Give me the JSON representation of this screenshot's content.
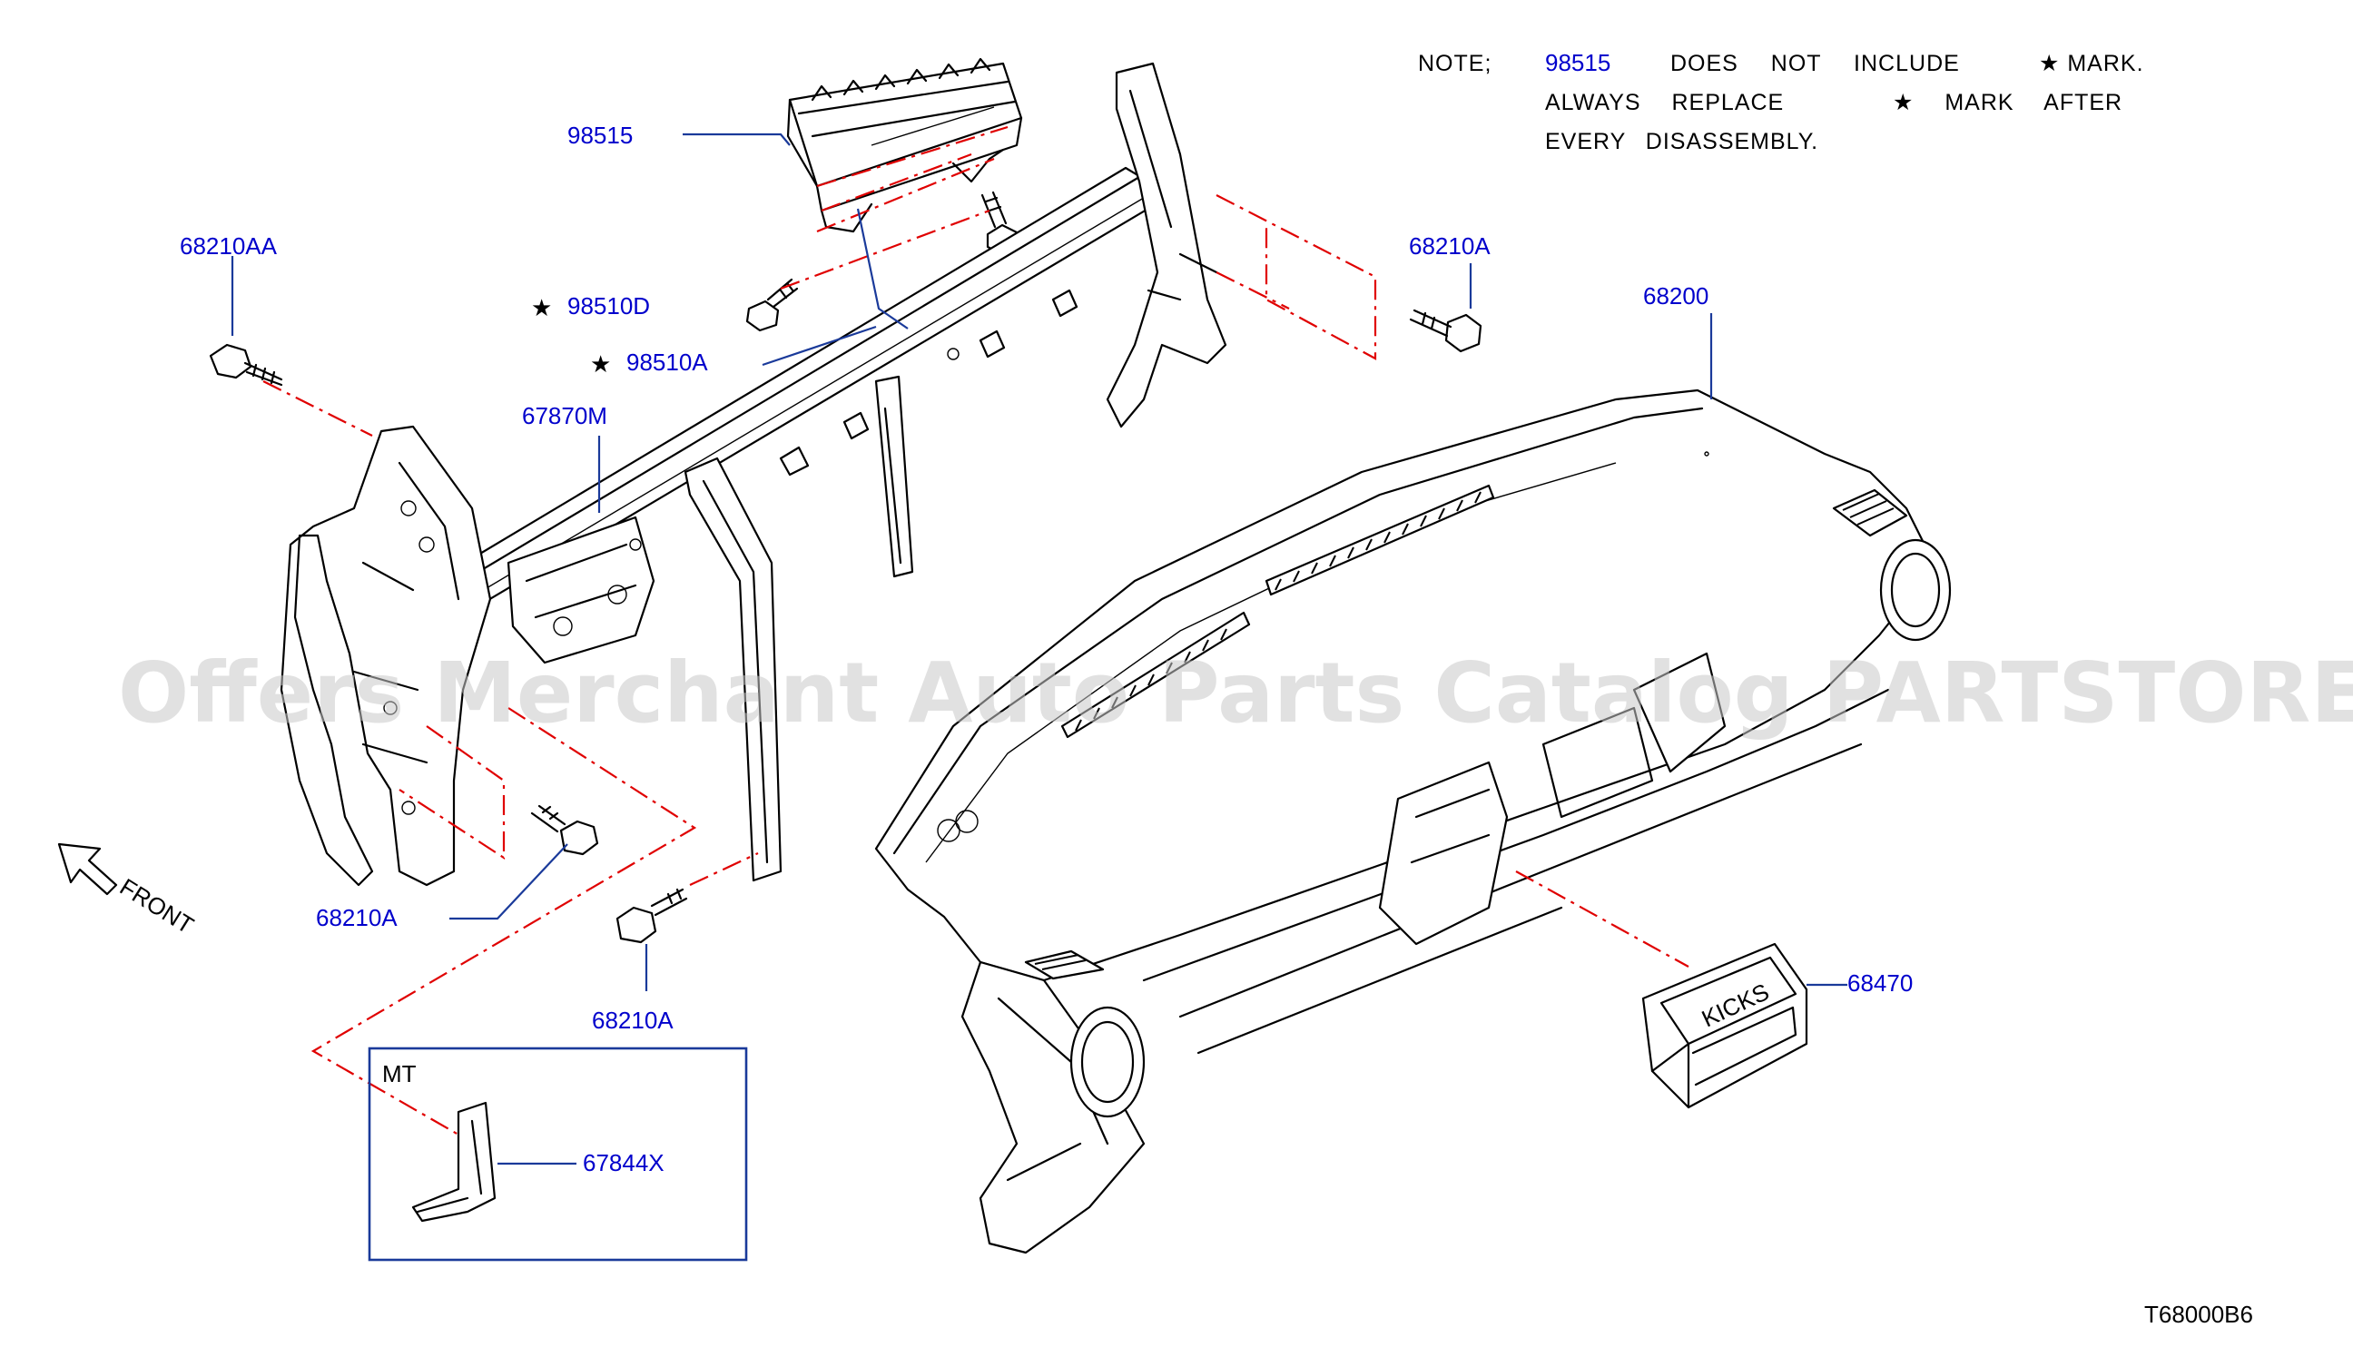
{
  "note": {
    "prefix": "NOTE;",
    "ref": "98515",
    "line1_rest": "DOES NOT INCLUDE",
    "line1_mark": "★ MARK.",
    "line2_start": "ALWAYS REPLACE",
    "line2_mark": "★ MARK AFTER",
    "line3": "EVERY DISASSEMBLY."
  },
  "callouts": {
    "c98515": "98515",
    "c68210AA": "68210AA",
    "c98510D": "98510D",
    "c98510A": "98510A",
    "c68210A_top": "68210A",
    "c68200": "68200",
    "c67870M": "67870M",
    "c68210A_left": "68210A",
    "c68210A_bottom": "68210A",
    "c68470": "68470",
    "c67844X": "67844X",
    "star": "★"
  },
  "front_label": "FRONT",
  "mt_label": "MT",
  "cluster_badge": "KICKS",
  "diagram_code": "T68000B6",
  "watermark": "Offers Merchant Auto Parts Catalog PARTSTORE.SA",
  "colors": {
    "callout_blue": "#0000cc",
    "leader_blue": "#1a3a9a",
    "phantom_red": "#e00000"
  }
}
